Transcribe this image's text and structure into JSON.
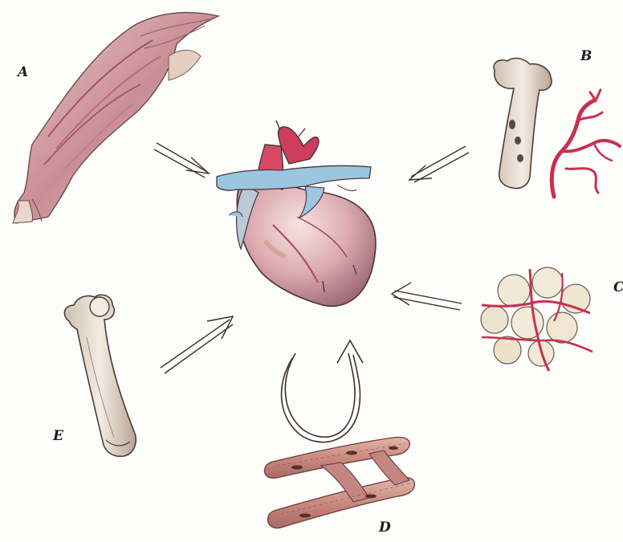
{
  "labels": {
    "a": "A",
    "b": "B",
    "c": "C",
    "d": "D",
    "e": "E"
  },
  "colors": {
    "muscle": "#c98e95",
    "artery": "#c8304f",
    "vein": "#9cc6e0",
    "heart": "#d9a3a8",
    "bone": "#e6ddd2",
    "fat": "#efe8d4",
    "ink": "#3a3030"
  },
  "icons": {
    "a": "arm-muscle-icon",
    "b": "bone-marrow-vessels-icon",
    "c": "adipose-tissue-icon",
    "d": "cardiac-muscle-fibers-icon",
    "e": "long-bone-icon",
    "center": "heart-icon"
  }
}
